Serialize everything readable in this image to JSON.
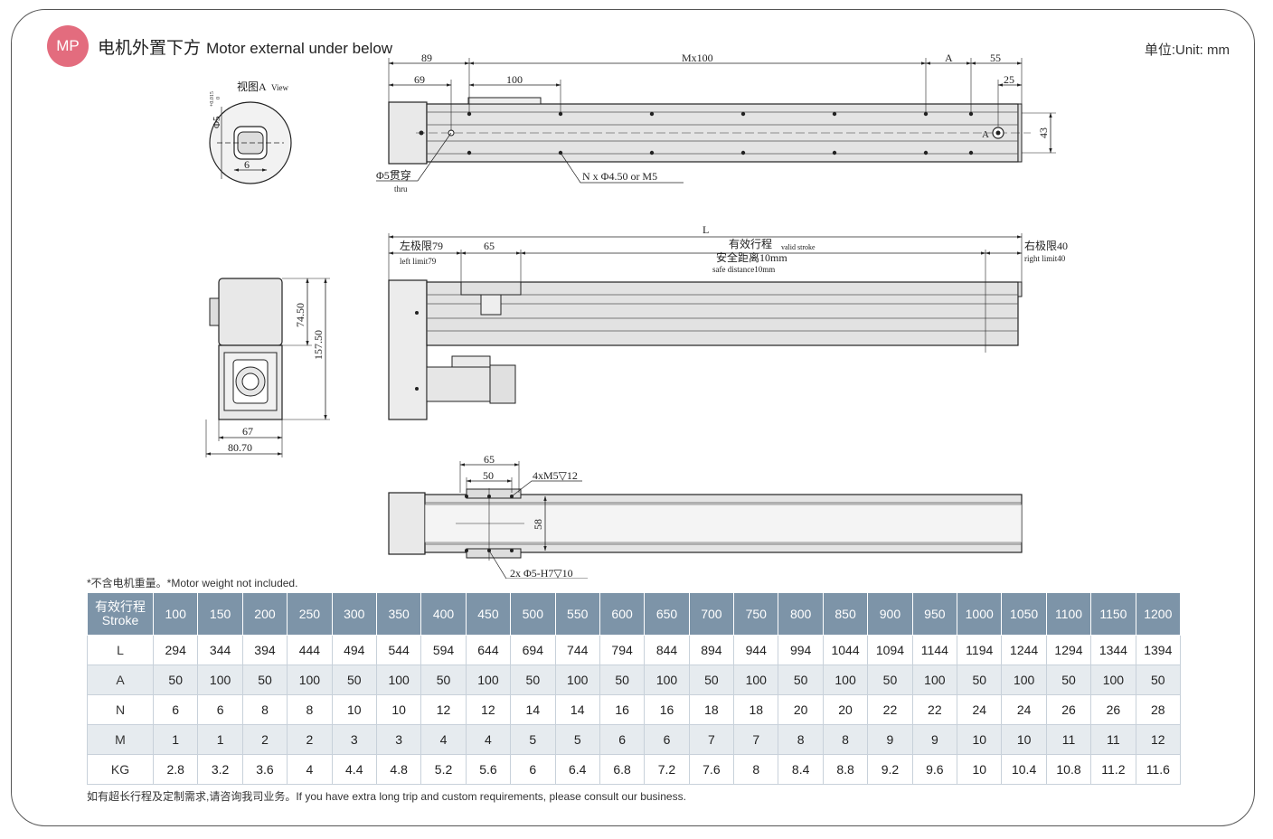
{
  "header": {
    "badge": "MP",
    "title_cn": "电机外置下方",
    "title_en": "Motor external under below",
    "unit": "单位:Unit: mm"
  },
  "drawing": {
    "view_a_label": "视图A",
    "view_a_label_en": "View",
    "phi5_tol_upper": "+0.015",
    "phi5_tol_lower": "0",
    "phi5": "Φ5",
    "dim_6": "6",
    "dim_89": "89",
    "dim_mx100": "Mx100",
    "dim_a": "A",
    "dim_55": "55",
    "dim_69": "69",
    "dim_100": "100",
    "dim_25": "25",
    "dim_43": "43",
    "a_marker": "A",
    "thru_cn": "Φ5贯穿",
    "thru_en": "thru",
    "holes": "N x Φ4.50 or M5",
    "dim_l": "L",
    "left_limit_cn": "左极限79",
    "left_limit_en": "left limit79",
    "dim_65": "65",
    "valid_stroke_cn": "有效行程",
    "valid_stroke_en": "valid stroke",
    "safe_cn": "安全距离10mm",
    "safe_en": "safe distance10mm",
    "right_limit_cn": "右极限40",
    "right_limit_en": "right limit40",
    "dim_74_50": "74.50",
    "dim_157_50": "157.50",
    "dim_67": "67",
    "dim_80_70": "80.70",
    "dim_65b": "65",
    "dim_50": "50",
    "m5": "4xM5▽12",
    "dim_58": "58",
    "pin": "2x Φ5-H7▽10"
  },
  "note": "*不含电机重量。*Motor weight not included.",
  "footer": "如有超长行程及定制需求,请咨询我司业务。If you have extra long trip and custom requirements, please consult our business.",
  "table": {
    "head_cn": "有效行程",
    "head_en": "Stroke",
    "strokes": [
      "100",
      "150",
      "200",
      "250",
      "300",
      "350",
      "400",
      "450",
      "500",
      "550",
      "600",
      "650",
      "700",
      "750",
      "800",
      "850",
      "900",
      "950",
      "1000",
      "1050",
      "1100",
      "1150",
      "1200"
    ],
    "rows": [
      {
        "label": "L",
        "values": [
          "294",
          "344",
          "394",
          "444",
          "494",
          "544",
          "594",
          "644",
          "694",
          "744",
          "794",
          "844",
          "894",
          "944",
          "994",
          "1044",
          "1094",
          "1144",
          "1194",
          "1244",
          "1294",
          "1344",
          "1394"
        ]
      },
      {
        "label": "A",
        "values": [
          "50",
          "100",
          "50",
          "100",
          "50",
          "100",
          "50",
          "100",
          "50",
          "100",
          "50",
          "100",
          "50",
          "100",
          "50",
          "100",
          "50",
          "100",
          "50",
          "100",
          "50",
          "100",
          "50"
        ]
      },
      {
        "label": "N",
        "values": [
          "6",
          "6",
          "8",
          "8",
          "10",
          "10",
          "12",
          "12",
          "14",
          "14",
          "16",
          "16",
          "18",
          "18",
          "20",
          "20",
          "22",
          "22",
          "24",
          "24",
          "26",
          "26",
          "28"
        ]
      },
      {
        "label": "M",
        "values": [
          "1",
          "1",
          "2",
          "2",
          "3",
          "3",
          "4",
          "4",
          "5",
          "5",
          "6",
          "6",
          "7",
          "7",
          "8",
          "8",
          "9",
          "9",
          "10",
          "10",
          "11",
          "11",
          "12"
        ]
      },
      {
        "label": "KG",
        "values": [
          "2.8",
          "3.2",
          "3.6",
          "4",
          "4.4",
          "4.8",
          "5.2",
          "5.6",
          "6",
          "6.4",
          "6.8",
          "7.2",
          "7.6",
          "8",
          "8.4",
          "8.8",
          "9.2",
          "9.6",
          "10",
          "10.4",
          "10.8",
          "11.2",
          "11.6"
        ]
      }
    ]
  }
}
